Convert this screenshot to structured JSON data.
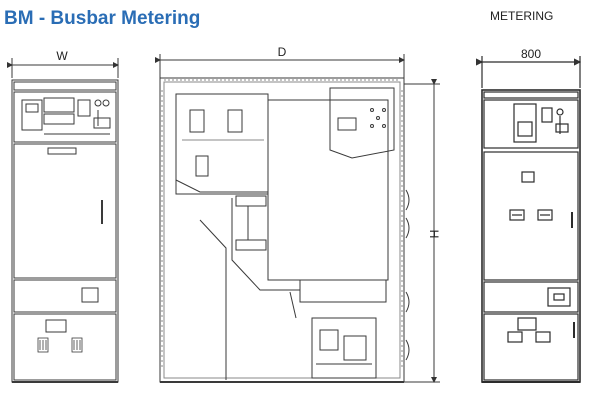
{
  "header": {
    "title": "BM - Busbar Metering",
    "subtitle": "METERING"
  },
  "dimensions": {
    "width_label": "W",
    "depth_label": "D",
    "height_label": "H",
    "metering_width_label": "800"
  },
  "colors": {
    "title": "#2a6db5",
    "line": "#3a3a3a",
    "light_line": "#8a8a8a"
  }
}
